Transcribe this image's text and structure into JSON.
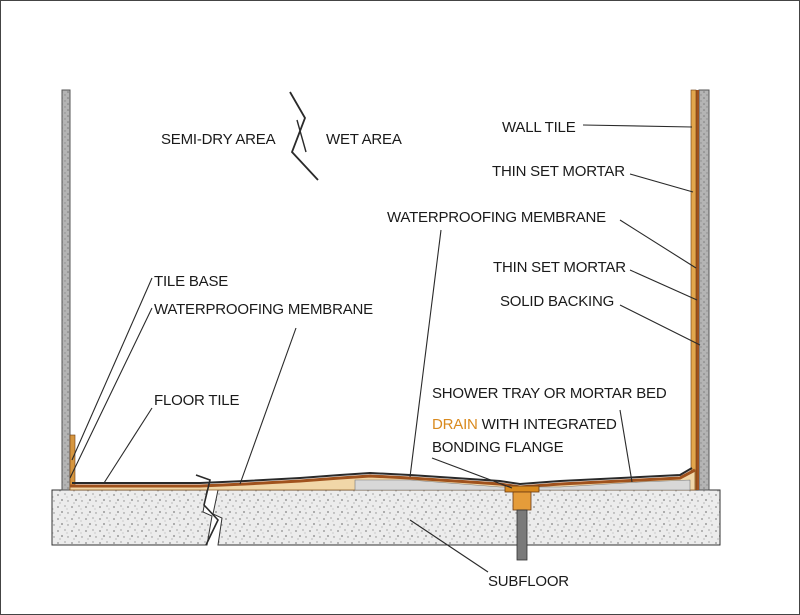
{
  "colors": {
    "accent": "#d98a1f",
    "membrane": "#a0521d",
    "mortar": "#c8842f",
    "concrete": "#e9e9e9",
    "wall": "#a9a9a9",
    "line": "#2a2a2a"
  },
  "labels": {
    "semi_dry_area": "SEMI-DRY AREA",
    "wet_area": "WET AREA",
    "wall_tile": "WALL TILE",
    "thin_set_mortar_upper": "THIN SET MORTAR",
    "waterproofing_membrane_right": "WATERPROOFING MEMBRANE",
    "thin_set_mortar_lower": "THIN SET MORTAR",
    "solid_backing": "SOLID BACKING",
    "tile_base": "TILE BASE",
    "waterproofing_membrane_left": "WATERPROOFING MEMBRANE",
    "floor_tile": "FLOOR TILE",
    "shower_tray": "SHOWER TRAY OR MORTAR BED",
    "drain_highlight": "DRAIN",
    "drain_rest": " WITH INTEGRATED",
    "bonding_flange": "BONDING FLANGE",
    "subfloor": "SUBFLOOR"
  }
}
